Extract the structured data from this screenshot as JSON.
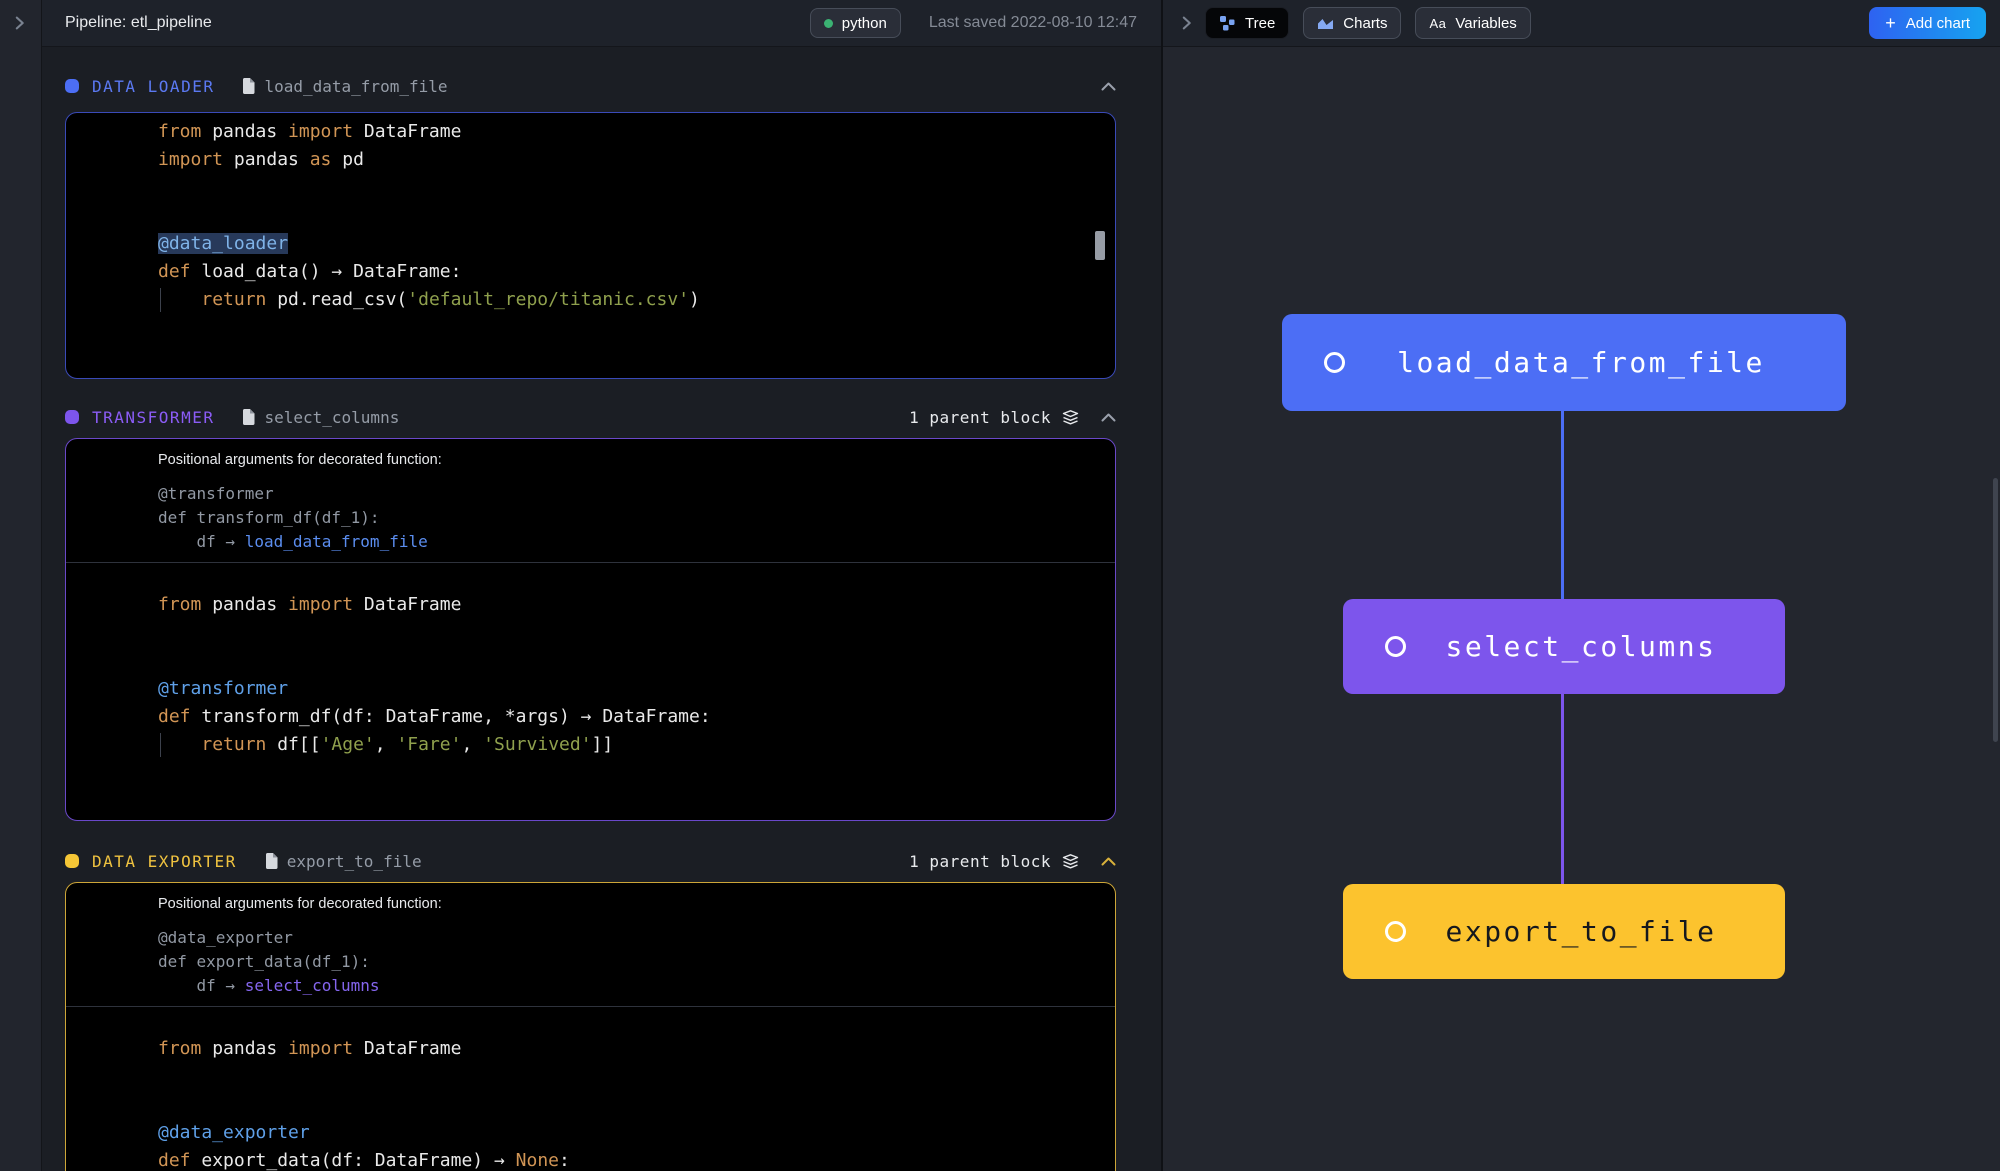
{
  "header": {
    "title": "Pipeline: etl_pipeline",
    "language_badge": {
      "label": "python",
      "dot_color": "#3bb273"
    },
    "last_saved": "Last saved 2022-08-10 12:47",
    "view_tabs": [
      {
        "label": "Tree",
        "icon": "tree-icon",
        "active": true
      },
      {
        "label": "Charts",
        "icon": "chart-icon",
        "active": false
      },
      {
        "label": "Variables",
        "icon": "Aa-icon",
        "active": false
      }
    ],
    "add_chart": {
      "plus": "+",
      "label": "Add chart"
    }
  },
  "colors": {
    "accent_blue": "#4c6ef5",
    "accent_purple": "#7d55ec",
    "accent_yellow": "#fcc32e",
    "keyword": "#d19555",
    "string": "#8fa04d",
    "decorator": "#5fa0e8",
    "code_text": "#e9e9e9",
    "muted_code": "#9299a4",
    "link_blue": "#5b8def",
    "link_purple": "#8566ee",
    "badge_dot_green": "#3bb273",
    "add_chart_gradient": [
      "#2e62f1",
      "#16a3f0"
    ]
  },
  "blocks": [
    {
      "type_label": "DATA LOADER",
      "file_name": "load_data_from_file",
      "accent": "#5b79f2",
      "dot": "#4c6ef5",
      "border": "#3a4ab8",
      "parent_label": null,
      "args": null,
      "code_lines": [
        {
          "s": [
            {
              "t": "from ",
              "c": "kw"
            },
            {
              "t": "pandas ",
              "c": "plain"
            },
            {
              "t": "import ",
              "c": "kw"
            },
            {
              "t": "DataFrame",
              "c": "plain"
            }
          ]
        },
        {
          "s": [
            {
              "t": "import ",
              "c": "kw"
            },
            {
              "t": "pandas ",
              "c": "plain"
            },
            {
              "t": "as ",
              "c": "kw"
            },
            {
              "t": "pd",
              "c": "plain"
            }
          ]
        },
        {
          "s": []
        },
        {
          "s": []
        },
        {
          "s": [
            {
              "t": "@data_loader",
              "c": "dechl"
            }
          ]
        },
        {
          "s": [
            {
              "t": "def ",
              "c": "kw"
            },
            {
              "t": "load_data() → DataFrame:",
              "c": "plain"
            }
          ]
        },
        {
          "g": true,
          "s": [
            {
              "t": "    ",
              "c": "plain"
            },
            {
              "t": "return ",
              "c": "kw"
            },
            {
              "t": "pd.read_csv(",
              "c": "plain"
            },
            {
              "t": "'default_repo/titanic.csv'",
              "c": "str"
            },
            {
              "t": ")",
              "c": "plain"
            }
          ]
        },
        {
          "s": []
        },
        {
          "s": []
        }
      ]
    },
    {
      "type_label": "TRANSFORMER",
      "file_name": "select_columns",
      "accent": "#8b5cf6",
      "dot": "#7d55ec",
      "border": "#6a48c9",
      "parent_label": "1 parent block",
      "args": {
        "title": "Positional arguments for decorated function:",
        "lines": [
          {
            "s": [
              {
                "t": "@transformer",
                "c": "gray"
              }
            ]
          },
          {
            "s": [
              {
                "t": "def transform_df(df_1):",
                "c": "gray"
              }
            ]
          },
          {
            "s": [
              {
                "t": "    df → ",
                "c": "gray"
              },
              {
                "t": "load_data_from_file",
                "c": "linkb"
              }
            ]
          }
        ]
      },
      "code_lines": [
        {
          "s": [
            {
              "t": "from ",
              "c": "kw"
            },
            {
              "t": "pandas ",
              "c": "plain"
            },
            {
              "t": "import ",
              "c": "kw"
            },
            {
              "t": "DataFrame",
              "c": "plain"
            }
          ]
        },
        {
          "s": []
        },
        {
          "s": []
        },
        {
          "s": [
            {
              "t": "@transformer",
              "c": "dec"
            }
          ]
        },
        {
          "s": [
            {
              "t": "def ",
              "c": "kw"
            },
            {
              "t": "transform_df(df: DataFrame, *args) → DataFrame:",
              "c": "plain"
            }
          ]
        },
        {
          "g": true,
          "s": [
            {
              "t": "    ",
              "c": "plain"
            },
            {
              "t": "return ",
              "c": "kw"
            },
            {
              "t": "df[[",
              "c": "plain"
            },
            {
              "t": "'Age'",
              "c": "str"
            },
            {
              "t": ", ",
              "c": "plain"
            },
            {
              "t": "'Fare'",
              "c": "str"
            },
            {
              "t": ", ",
              "c": "plain"
            },
            {
              "t": "'Survived'",
              "c": "str"
            },
            {
              "t": "]]",
              "c": "plain"
            }
          ]
        },
        {
          "s": []
        },
        {
          "s": []
        }
      ]
    },
    {
      "type_label": "DATA EXPORTER",
      "file_name": "export_to_file",
      "accent": "#f0c340",
      "dot": "#f5c636",
      "border": "#cda638",
      "parent_label": "1 parent block",
      "args": {
        "title": "Positional arguments for decorated function:",
        "lines": [
          {
            "s": [
              {
                "t": "@data_exporter",
                "c": "gray"
              }
            ]
          },
          {
            "s": [
              {
                "t": "def export_data(df_1):",
                "c": "gray"
              }
            ]
          },
          {
            "s": [
              {
                "t": "    df → ",
                "c": "gray"
              },
              {
                "t": "select_columns",
                "c": "linkp"
              }
            ]
          }
        ]
      },
      "code_lines": [
        {
          "s": [
            {
              "t": "from ",
              "c": "kw"
            },
            {
              "t": "pandas ",
              "c": "plain"
            },
            {
              "t": "import ",
              "c": "kw"
            },
            {
              "t": "DataFrame",
              "c": "plain"
            }
          ]
        },
        {
          "s": []
        },
        {
          "s": []
        },
        {
          "s": [
            {
              "t": "@data_exporter",
              "c": "dec"
            }
          ]
        },
        {
          "s": [
            {
              "t": "def ",
              "c": "kw"
            },
            {
              "t": "export_data(df: DataFrame) → ",
              "c": "plain"
            },
            {
              "t": "None",
              "c": "kw"
            },
            {
              "t": ":",
              "c": "plain"
            }
          ]
        }
      ]
    }
  ],
  "dag": {
    "nodes": [
      {
        "label": "load_data_from_file",
        "color": "#4c6ef5",
        "text_color": "#ffffff"
      },
      {
        "label": "select_columns",
        "color": "#7d55ec",
        "text_color": "#ffffff"
      },
      {
        "label": "export_to_file",
        "color": "#fcc32e",
        "text_color": "#15181e"
      }
    ],
    "edges": [
      {
        "color": "#4c6ef5"
      },
      {
        "color": "#7d55ec"
      }
    ]
  }
}
